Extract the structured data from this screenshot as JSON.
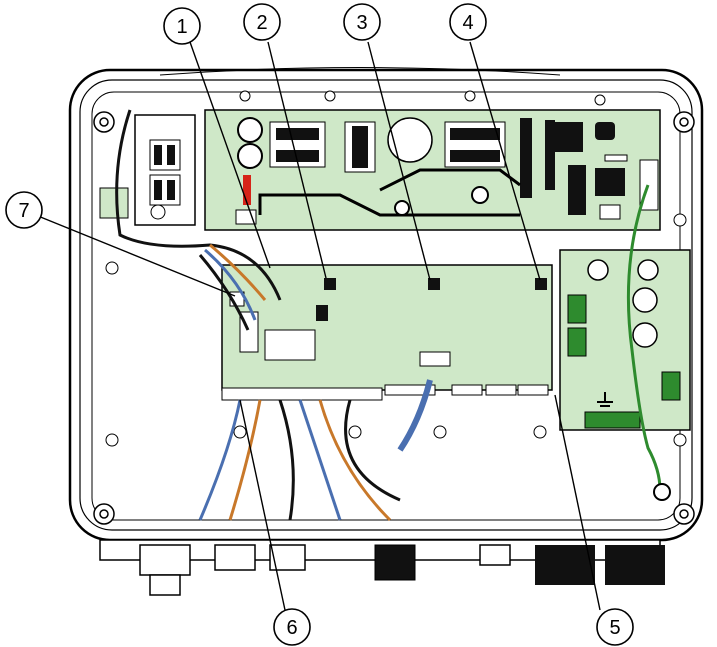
{
  "callouts": [
    {
      "id": "1",
      "label": "1"
    },
    {
      "id": "2",
      "label": "2"
    },
    {
      "id": "3",
      "label": "3"
    },
    {
      "id": "4",
      "label": "4"
    },
    {
      "id": "5",
      "label": "5"
    },
    {
      "id": "6",
      "label": "6"
    },
    {
      "id": "7",
      "label": "7"
    }
  ],
  "colors": {
    "board": "#cfe8c8",
    "enclosure": "#ffffff",
    "outline": "#000000",
    "wire_red": "#d62418",
    "wire_green": "#2e8b2e",
    "wire_orange": "#c8782a",
    "wire_blue": "#4a6fb0"
  }
}
